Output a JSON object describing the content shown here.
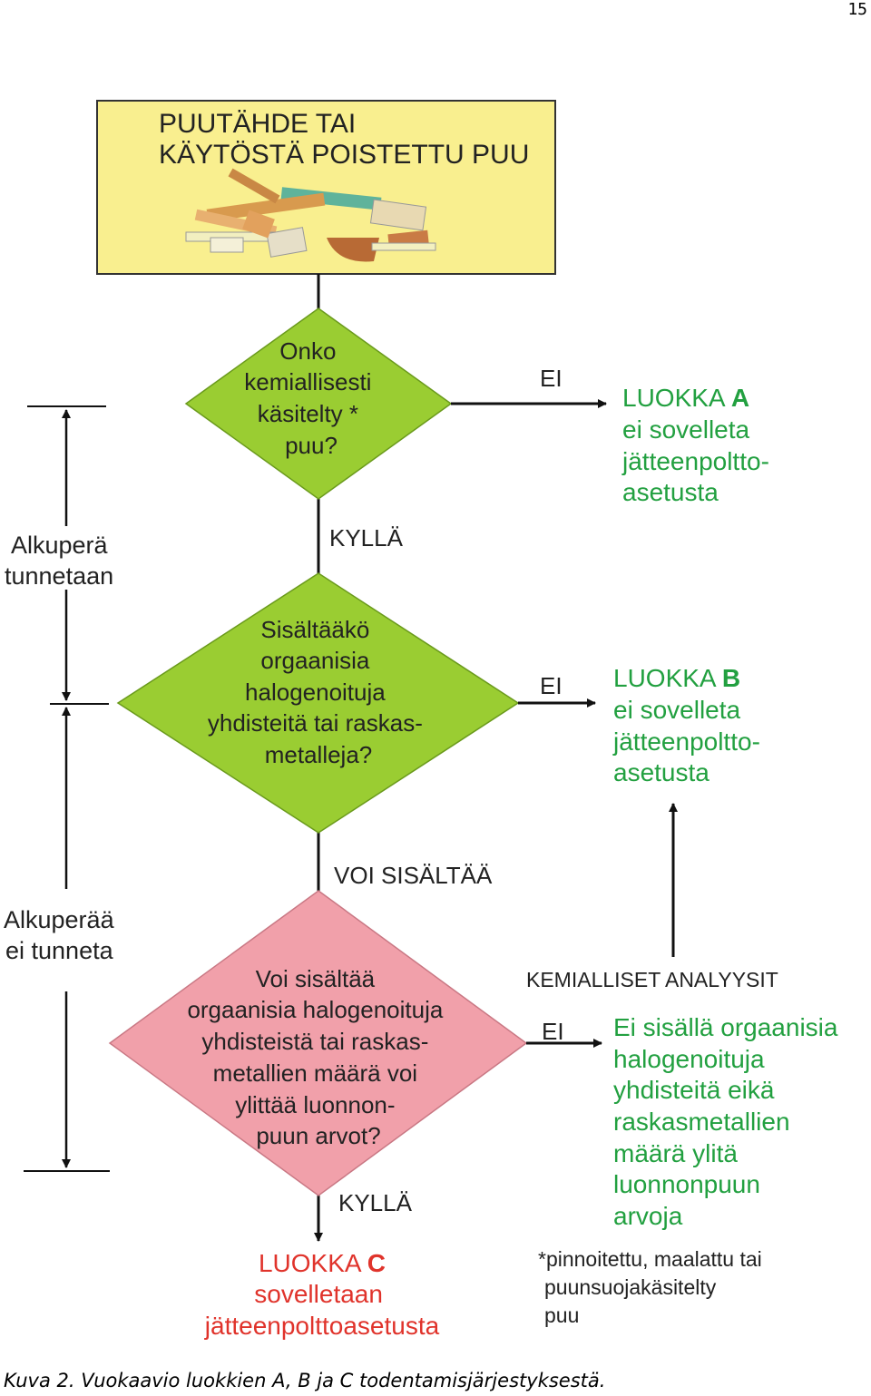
{
  "page_number": "15",
  "start_box": {
    "lines": [
      "PUUTÄHDE TAI",
      "KÄYTÖSTÄ POISTETTU PUU"
    ]
  },
  "decision1": {
    "lines": [
      "Onko",
      "kemiallisesti",
      "käsitelty *",
      "puu?"
    ]
  },
  "decision2": {
    "lines": [
      "Sisältääkö",
      "orgaanisia",
      "halogenoituja",
      "yhdisteitä tai raskas-",
      "metalleja?"
    ]
  },
  "decision3": {
    "lines": [
      "Voi sisältää",
      "orgaanisia halogenoituja",
      "yhdisteistä tai raskas-",
      "metallien määrä voi",
      "ylittää luonnon-",
      "puun arvot?"
    ]
  },
  "edge_labels": {
    "no1": "EI",
    "no2": "EI",
    "no3": "EI",
    "yes1": "KYLLÄ",
    "maybe": "VOI SISÄLTÄÄ",
    "yes2": "KYLLÄ",
    "analyses": "KEMIALLISET ANALYYSIT"
  },
  "class_a": {
    "prefix": "LUOKKA ",
    "letter": "A",
    "lines": [
      "ei sovelleta",
      "jätteenpoltto-",
      "asetusta"
    ]
  },
  "class_b": {
    "prefix": "LUOKKA ",
    "letter": "B",
    "lines": [
      "ei sovelleta",
      "jätteenpoltto-",
      "asetusta"
    ]
  },
  "class_c": {
    "prefix": "LUOKKA ",
    "letter": "C",
    "lines": [
      "sovelletaan",
      "jätteenpolttoasetusta"
    ]
  },
  "result_no_content": {
    "lines": [
      "Ei sisällä orgaanisia",
      "halogenoituja",
      "yhdisteitä eikä",
      "raskasmetallien",
      "määrä ylitä",
      "luonnonpuun",
      "arvoja"
    ]
  },
  "side_labels": {
    "known": [
      "Alkuperä",
      "tunnetaan"
    ],
    "unknown": [
      "Alkuperää",
      "ei tunneta"
    ]
  },
  "footnote": {
    "lines": [
      "*pinnoitettu, maalattu tai",
      "puunsuojakäsitelty",
      "puu"
    ]
  },
  "caption": "Kuva 2. Vuokaavio luokkien A, B ja C todentamisjärjestyksestä.",
  "colors": {
    "start_fill": "#f9ef8f",
    "decision_green": "#9acd32",
    "decision_pink": "#f1a0aa",
    "text_green": "#22a040",
    "text_red": "#e0332b",
    "line": "#111111"
  }
}
